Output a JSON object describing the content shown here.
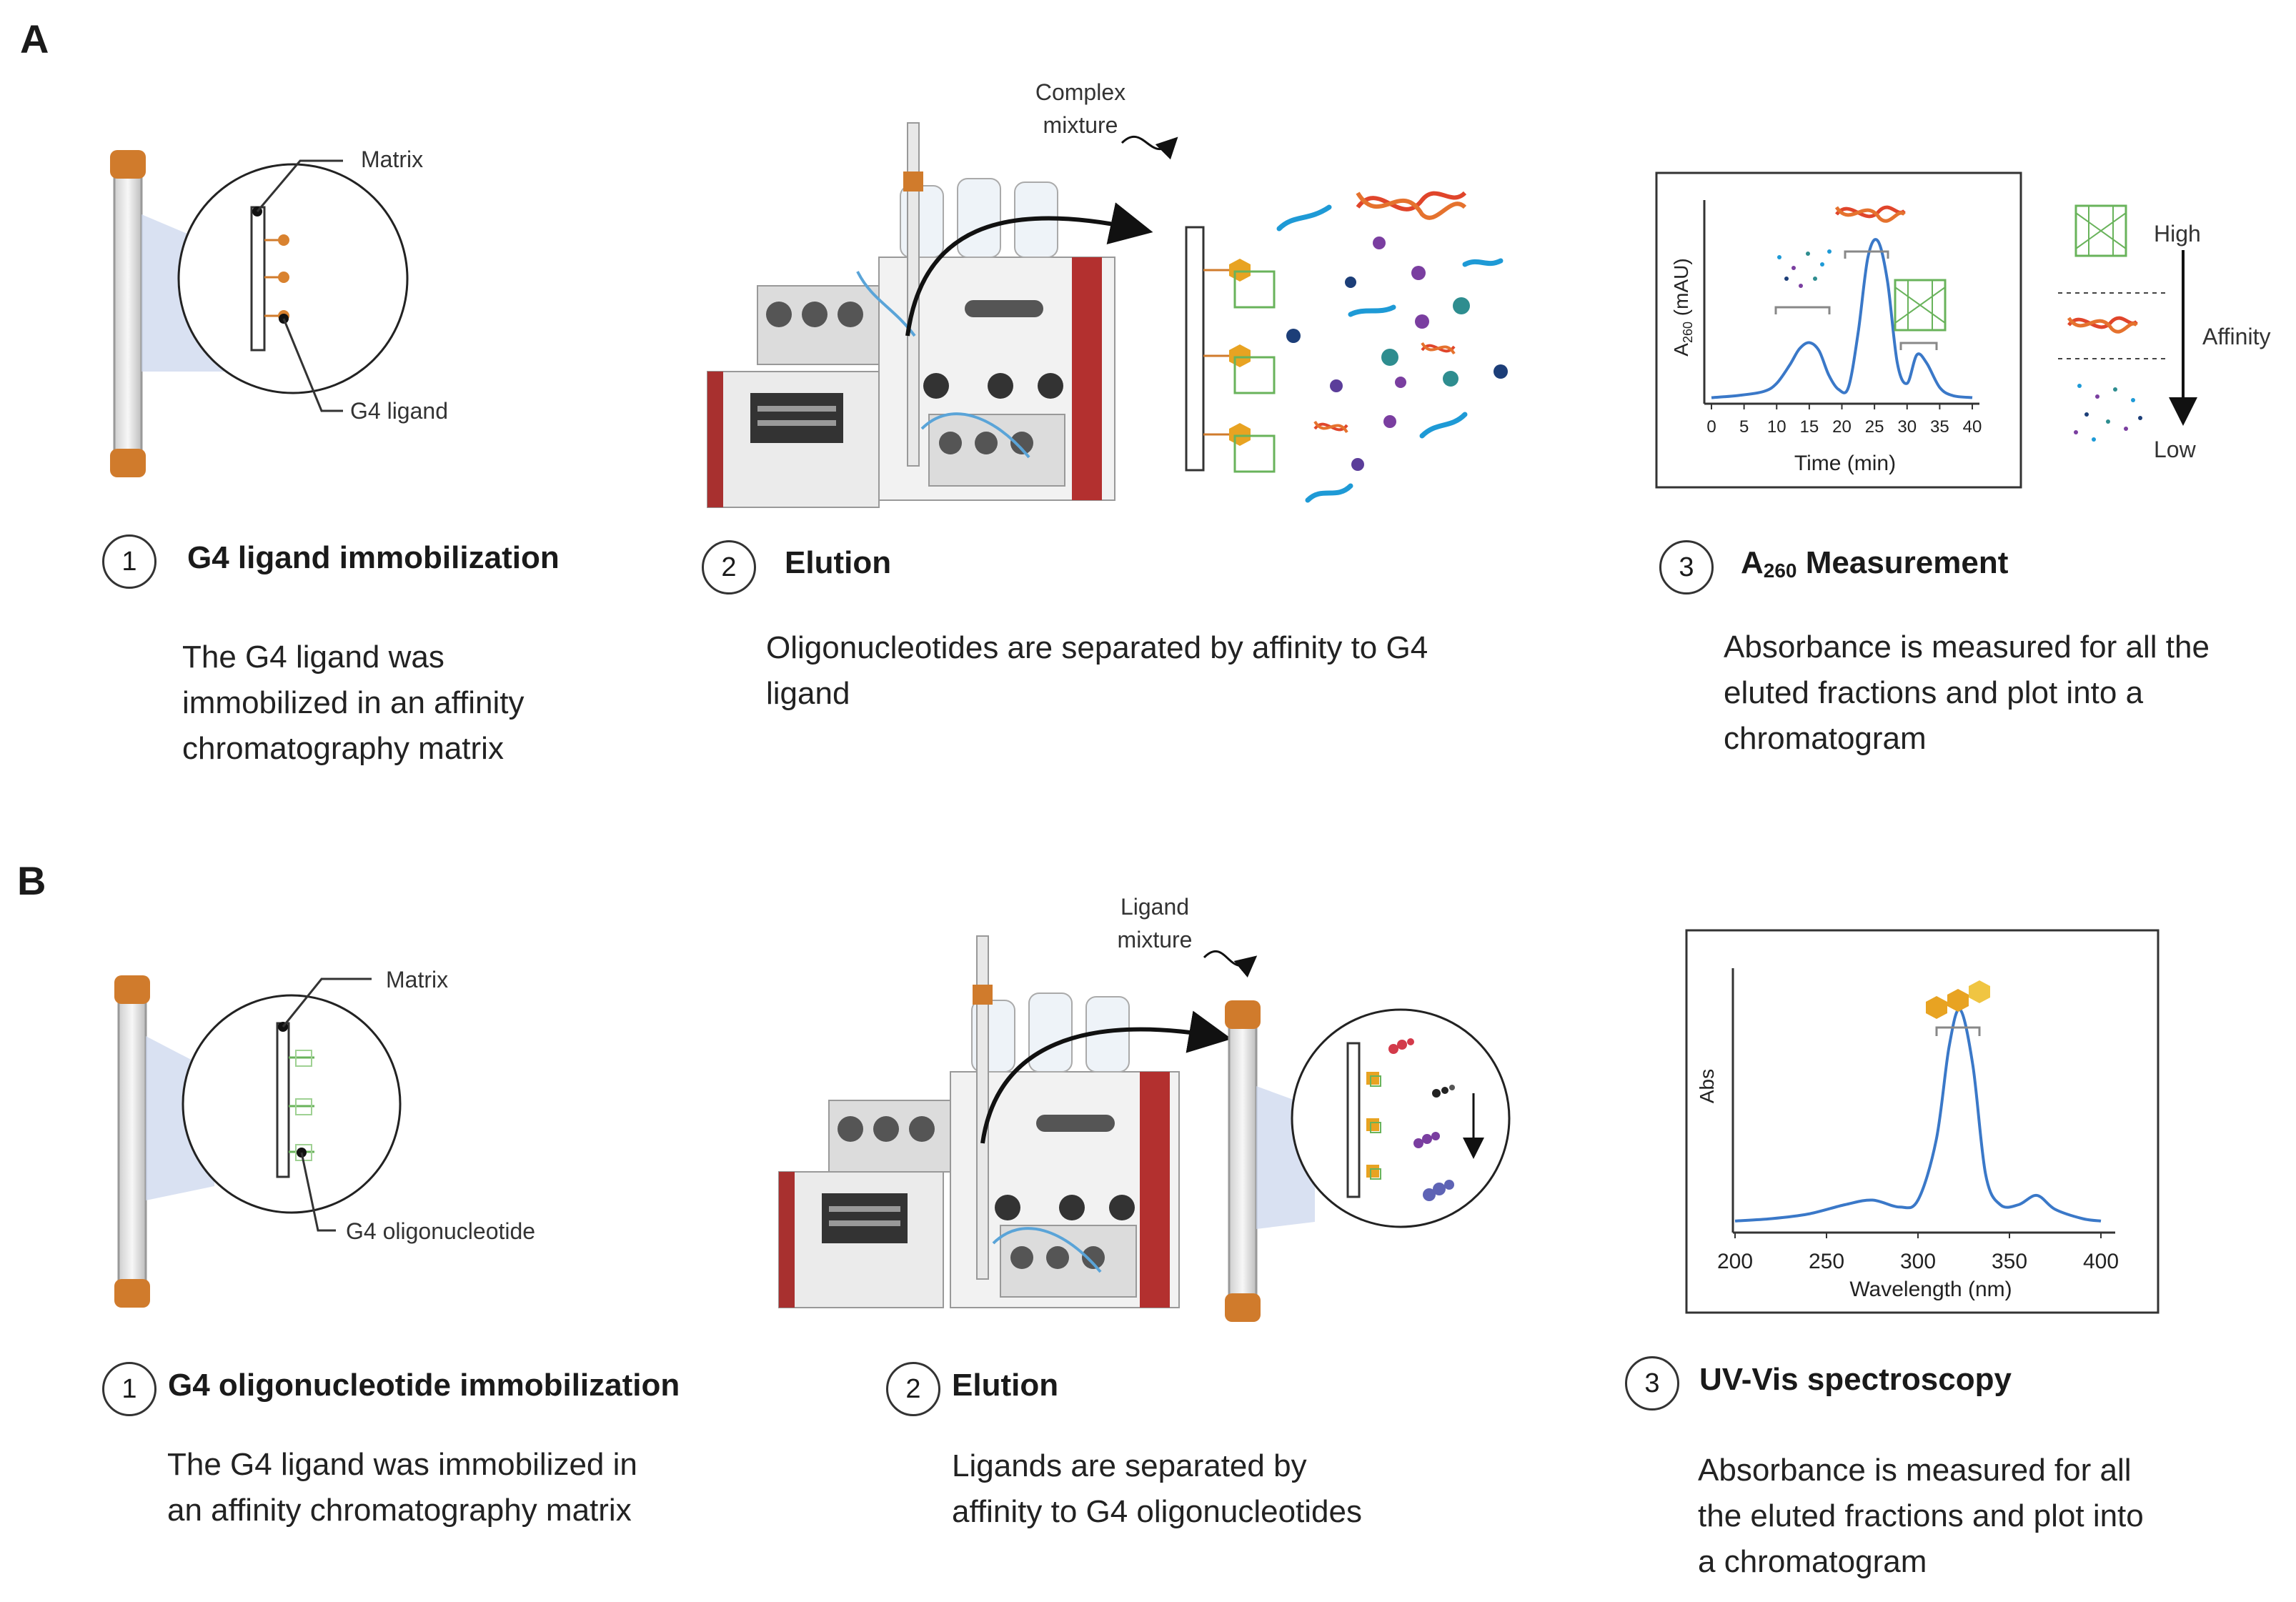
{
  "panels": [
    {
      "letter": "A",
      "steps": [
        {
          "number": "1",
          "title": "G4 ligand immobilization",
          "desc": [
            "The G4 ligand was",
            "immobilized in an affinity",
            "chromatography matrix"
          ]
        },
        {
          "number": "2",
          "title": "Elution",
          "desc": [
            "Oligonucleotides are separated by affinity to G4",
            "ligand"
          ]
        },
        {
          "number": "3",
          "title_prefix": "A",
          "title_sub": "260",
          "title_suffix": " Measurement",
          "desc": [
            "Absorbance is measured for all the",
            "eluted fractions and plot into a",
            "chromatogram"
          ]
        }
      ],
      "labels": {
        "matrix": "Matrix",
        "ligand": "G4 ligand",
        "mixture": [
          "Complex",
          "mixture"
        ],
        "high": "High",
        "affinity": "Affinity",
        "low": "Low"
      }
    },
    {
      "letter": "B",
      "steps": [
        {
          "number": "1",
          "title": "G4 oligonucleotide immobilization",
          "desc": [
            "The G4 ligand was immobilized in",
            "an affinity chromatography matrix"
          ]
        },
        {
          "number": "2",
          "title": "Elution",
          "desc": [
            "Ligands are separated by",
            "affinity to G4 oligonucleotides"
          ]
        },
        {
          "number": "3",
          "title": "UV-Vis spectroscopy",
          "desc": [
            "Absorbance is measured for all",
            "the eluted fractions and plot into",
            "a chromatogram"
          ]
        }
      ],
      "labels": {
        "matrix": "Matrix",
        "oligo": "G4 oligonucleotide",
        "mixture": [
          "Ligand",
          "mixture"
        ]
      }
    }
  ],
  "chart_data": [
    {
      "type": "line",
      "xlabel": "Time (min)",
      "ylabel_prefix": "A",
      "ylabel_sub": "260",
      "ylabel_suffix": " (mAU)",
      "xticks": [
        0,
        5,
        10,
        15,
        20,
        25,
        30,
        35,
        40
      ],
      "xlim": [
        0,
        40
      ],
      "ylim": [
        0,
        100
      ],
      "x": [
        0,
        4,
        8,
        10,
        12,
        13.5,
        15,
        16.5,
        18,
        19.5,
        21,
        22.5,
        24,
        25.5,
        27,
        28.5,
        30,
        31.5,
        33,
        35,
        37,
        40
      ],
      "y": [
        3,
        4,
        6,
        10,
        19,
        27,
        30,
        26,
        14,
        7,
        8,
        35,
        72,
        80,
        60,
        20,
        10,
        24,
        20,
        8,
        4,
        3
      ],
      "series_color": "#3a78c8"
    },
    {
      "type": "line",
      "xlabel": "Wavelength (nm)",
      "ylabel": "Abs",
      "xticks": [
        200,
        250,
        300,
        350,
        400
      ],
      "xlim": [
        200,
        400
      ],
      "ylim": [
        0,
        100
      ],
      "x": [
        200,
        220,
        240,
        260,
        275,
        290,
        300,
        310,
        317,
        323,
        330,
        337,
        345,
        355,
        365,
        375,
        390,
        400
      ],
      "y": [
        5,
        6,
        8,
        12,
        14,
        11,
        14,
        40,
        80,
        96,
        72,
        25,
        12,
        12,
        16,
        10,
        6,
        5
      ],
      "series_color": "#3a78c8"
    }
  ]
}
